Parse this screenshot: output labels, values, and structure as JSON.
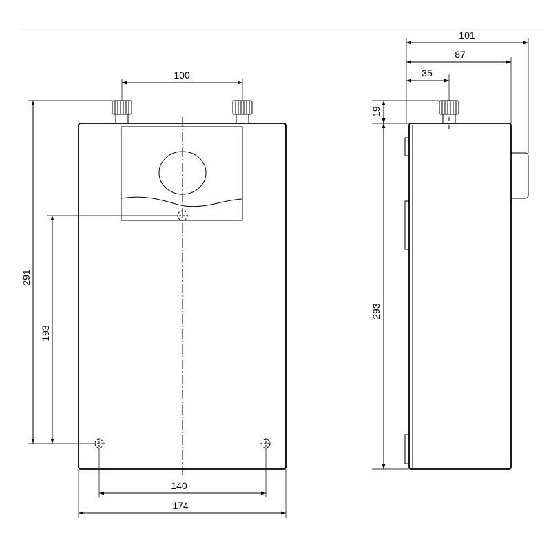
{
  "front_view": {
    "dim_inlet_spacing": "100",
    "dim_total_height": "291",
    "dim_mount_height": "193",
    "dim_mount_spacing": "140",
    "dim_total_width": "174"
  },
  "side_view": {
    "dim_depth_overall": "101",
    "dim_depth_body": "87",
    "dim_inlet_offset": "35",
    "dim_inlet_height": "19",
    "dim_body_height": "293"
  }
}
